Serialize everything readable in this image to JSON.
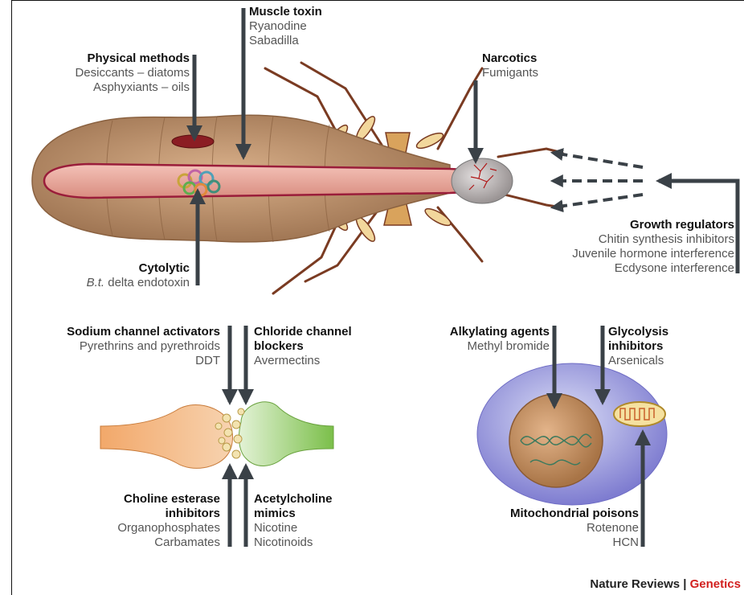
{
  "labels": {
    "muscle_toxin": {
      "heading": "Muscle toxin",
      "items": [
        "Ryanodine",
        "Sabadilla"
      ]
    },
    "physical_methods": {
      "heading": "Physical methods",
      "items": [
        "Desiccants – diatoms",
        "Asphyxiants – oils"
      ]
    },
    "narcotics": {
      "heading": "Narcotics",
      "items": [
        "Fumigants"
      ]
    },
    "growth_regulators": {
      "heading": "Growth regulators",
      "items": [
        "Chitin synthesis inhibitors",
        "Juvenile hormone interference",
        "Ecdysone interference"
      ]
    },
    "cytolytic": {
      "heading": "Cytolytic",
      "item_italic": "B.t.",
      "item_rest": " delta endotoxin"
    },
    "sodium_channel": {
      "heading": "Sodium channel activators",
      "items": [
        "Pyrethrins and pyrethroids",
        "DDT"
      ]
    },
    "chloride_channel": {
      "heading_line1": "Chloride channel",
      "heading_line2": "blockers",
      "items": [
        "Avermectins"
      ]
    },
    "alkylating": {
      "heading": "Alkylating agents",
      "items": [
        "Methyl bromide"
      ]
    },
    "glycolysis": {
      "heading_line1": "Glycolysis",
      "heading_line2": "inhibitors",
      "items": [
        "Arsenicals"
      ]
    },
    "choline_esterase": {
      "heading_line1": "Choline esterase",
      "heading_line2": "inhibitors",
      "items": [
        "Organophosphates",
        "Carbamates"
      ]
    },
    "acetylcholine": {
      "heading_line1": "Acetylcholine",
      "heading_line2": "mimics",
      "items": [
        "Nicotine",
        "Nicotinoids"
      ]
    },
    "mitochondrial": {
      "heading": "Mitochondrial poisons",
      "items": [
        "Rotenone",
        "HCN"
      ]
    }
  },
  "credit": {
    "journal": "Nature Reviews",
    "separator": " | ",
    "section": "Genetics"
  },
  "colors": {
    "body": "#b78a63",
    "gut": "#e9a99e",
    "gut_outline": "#9a1d3a",
    "arrow": "#3a4147",
    "leg": "#7a3b22",
    "leg_joint": "#f2d79c",
    "cell_outer": "#8a86d6",
    "nucleus": "#b9845a",
    "credit_red": "#d2201f"
  }
}
